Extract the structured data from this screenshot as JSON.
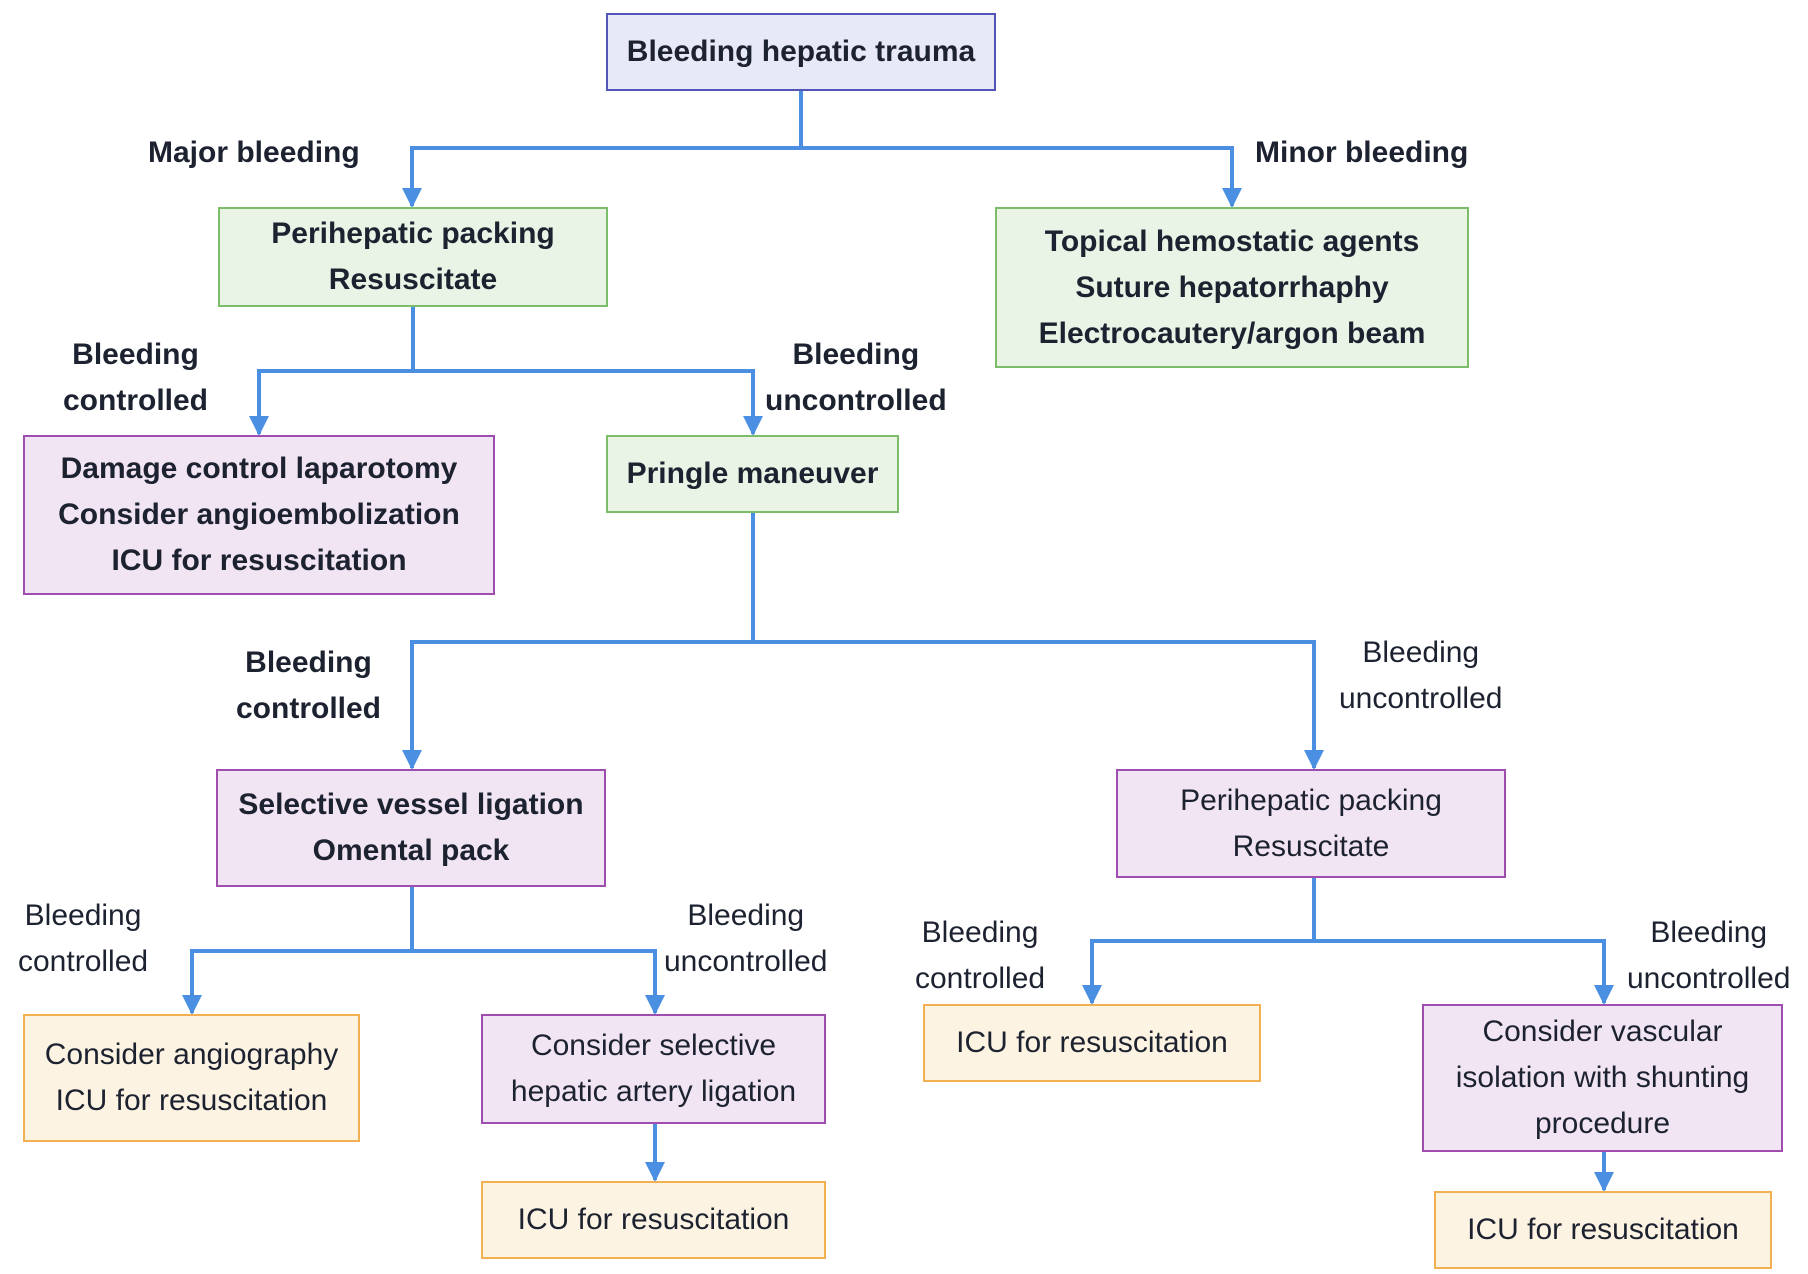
{
  "colors": {
    "connector": "#4a8fe2",
    "root_fill": "#e8e9f7",
    "root_border": "#5255b5",
    "green_fill": "#e9f4e6",
    "green_border": "#7cbd6a",
    "purple_fill": "#f1e4f3",
    "purple_border": "#a04db0",
    "orange_fill": "#fdf3e2",
    "orange_border": "#f3b053",
    "text": "#1d2230"
  },
  "nodes": {
    "root": [
      "Bleeding hepatic trauma"
    ],
    "major_packing": [
      "Perihepatic packing",
      "Resuscitate"
    ],
    "minor_treatment": [
      "Topical hemostatic agents",
      "Suture hepatorrhaphy",
      "Electrocautery/argon beam"
    ],
    "damage_control": [
      "Damage control laparotomy",
      "Consider angioembolization",
      "ICU for resuscitation"
    ],
    "pringle": [
      "Pringle maneuver"
    ],
    "selective_ligation": [
      "Selective vessel ligation",
      "Omental pack"
    ],
    "second_packing": [
      "Perihepatic packing",
      "Resuscitate"
    ],
    "angiography": [
      "Consider angiography",
      "ICU for resuscitation"
    ],
    "hepatic_artery_ligation": [
      "Consider selective",
      "hepatic artery ligation"
    ],
    "icu_after_ligation": [
      "ICU for resuscitation"
    ],
    "icu_after_packing": [
      "ICU for resuscitation"
    ],
    "vascular_isolation": [
      "Consider vascular",
      "isolation with shunting",
      "procedure"
    ],
    "icu_after_isolation": [
      "ICU for resuscitation"
    ]
  },
  "edge_labels": {
    "major": [
      "Major bleeding"
    ],
    "minor": [
      "Minor bleeding"
    ],
    "controlled_1": [
      "Bleeding",
      "controlled"
    ],
    "uncontrolled_1": [
      "Bleeding",
      "uncontrolled"
    ],
    "controlled_2": [
      "Bleeding",
      "controlled"
    ],
    "uncontrolled_2": [
      "Bleeding",
      "uncontrolled"
    ],
    "controlled_3": [
      "Bleeding",
      "controlled"
    ],
    "uncontrolled_3": [
      "Bleeding",
      "uncontrolled"
    ],
    "controlled_4": [
      "Bleeding",
      "controlled"
    ],
    "uncontrolled_4": [
      "Bleeding",
      "uncontrolled"
    ]
  }
}
